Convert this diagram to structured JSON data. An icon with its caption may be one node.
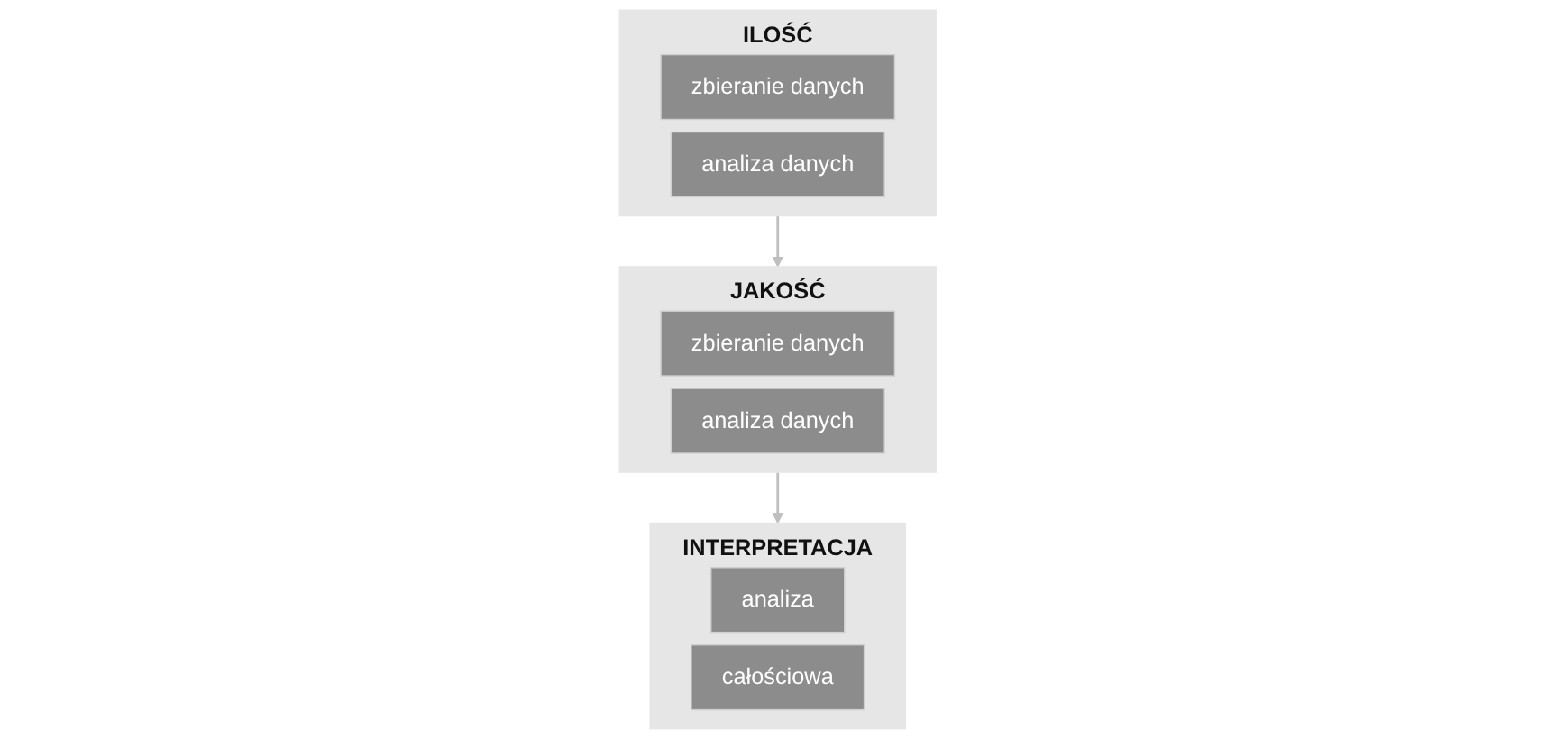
{
  "diagram": {
    "nodes": [
      {
        "text": [
          "ILOŚĆ"
        ]
      },
      {
        "text": [
          "zbieranie danych"
        ],
        "in": 0
      },
      {
        "text": [
          "analiza danych"
        ],
        "in": 0
      },
      {
        "text": [
          "JAKOŚĆ"
        ]
      },
      {
        "text": [
          "zbieranie danych"
        ],
        "in": 3
      },
      {
        "text": [
          "analiza danych"
        ],
        "in": 3
      },
      {
        "text": [
          "INTERPRETACJA"
        ]
      },
      {
        "text": [
          "analiza"
        ],
        "in": 6
      },
      {
        "text": [
          "całościowa"
        ],
        "in": 6
      }
    ],
    "edges": [
      {
        "from": 0,
        "to": 3,
        "arrow": "to"
      },
      {
        "from": 3,
        "to": 6,
        "arrow": "to"
      }
    ]
  }
}
